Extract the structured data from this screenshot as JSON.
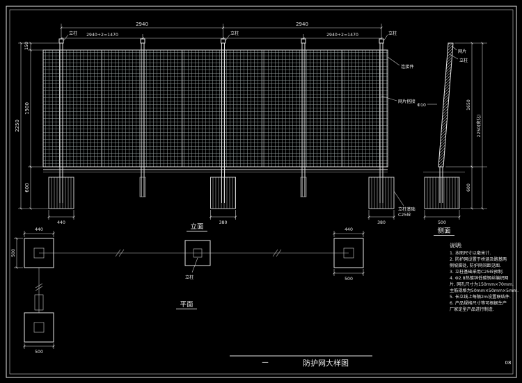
{
  "drawing": {
    "title": "防护网大样图",
    "sheet_dash": "—",
    "sheet_no": "08",
    "views": {
      "elevation_label": "立面",
      "plan_label": "平面",
      "side_label": "侧面"
    },
    "dims": {
      "top_span_left": "2940",
      "top_span_right": "2940",
      "half_span_left": "2940÷2=1470",
      "half_span_right": "2940÷2=1470",
      "left_top": "150",
      "left_mesh": "1500",
      "left_buried": "600",
      "left_total": "2250",
      "found1": "440",
      "found3": "380",
      "found5": "380",
      "side_above": "1650",
      "side_buried": "600",
      "side_total": "2250(变化)",
      "side_found_width": "500",
      "plan_left_top": "440",
      "plan_left_side": "500",
      "plan_right_top": "440",
      "plan_right_bottom": "500",
      "plan_bottom_sq": "500"
    },
    "labels": {
      "post1": "立柱",
      "post3": "立柱",
      "post5": "立柱",
      "connector": "连接件",
      "mesh_lap": "网片搭接",
      "side_mesh": "网片",
      "side_post": "立柱",
      "side_hole": "Φ10",
      "foundation_line1": "立柱基础",
      "foundation_line2": "C25砼",
      "plan_post": "立柱"
    },
    "notes": {
      "title": "说明:",
      "lines": [
        "1. 本图尺寸以毫米计.",
        "2. 防护网设置于桥涵及路基两",
        "   侧坡脚处, 防护网间距见图.",
        "3. 立柱基础采用C25砼预制.",
        "4. Φ2.8热镀锌低碳钢丝编织网",
        "   片, 网孔尺寸为150mm×70mm,",
        "   主筋规格为50mm×50mm×5mm.",
        "5. 长立线上每隔2m设置联结件.",
        "6. 产品规格尺寸等可根据生产",
        "   厂家定型产品进行制造."
      ]
    }
  }
}
